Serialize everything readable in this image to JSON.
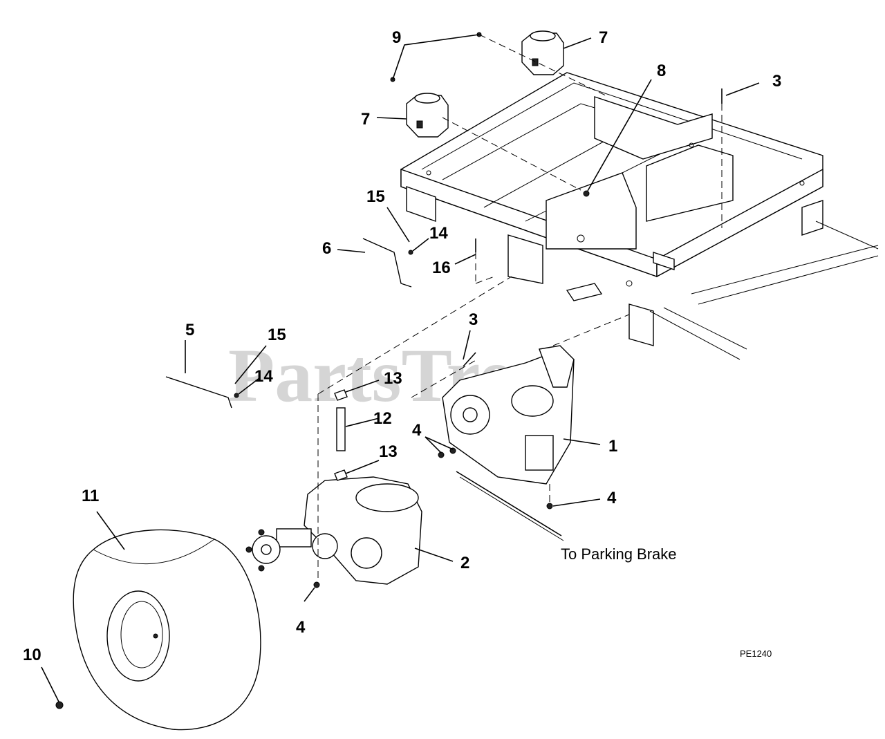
{
  "watermark": "PartsTree",
  "drawing_code": "PE1240",
  "note": "To Parking Brake",
  "callouts": {
    "c1": "1",
    "c2": "2",
    "c3a": "3",
    "c3b": "3",
    "c4a": "4",
    "c4b": "4",
    "c4c": "4",
    "c5": "5",
    "c6": "6",
    "c7a": "7",
    "c7b": "7",
    "c8": "8",
    "c9": "9",
    "c10": "10",
    "c11": "11",
    "c12": "12",
    "c13a": "13",
    "c13b": "13",
    "c14a": "14",
    "c14b": "14",
    "c15a": "15",
    "c15b": "15",
    "c16": "16"
  }
}
